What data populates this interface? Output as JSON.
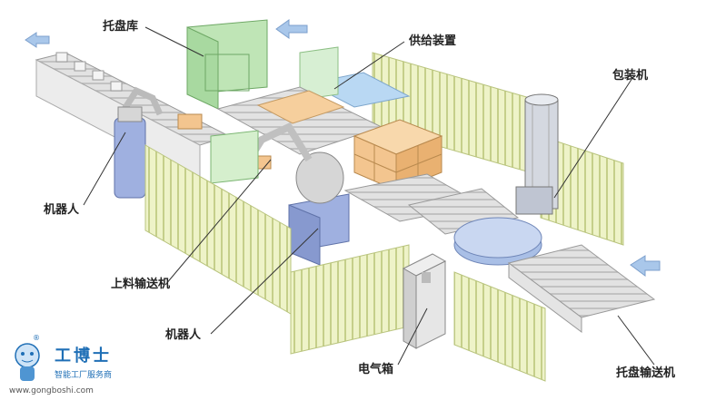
{
  "labels": {
    "pallet_storage": "托盘库",
    "supply_device": "供给装置",
    "packing_machine": "包装机",
    "robot_left": "机器人",
    "feed_conveyor": "上料输送机",
    "robot_center": "机器人",
    "electric_cabinet": "电气箱",
    "pallet_conveyor": "托盘输送机"
  },
  "logo": {
    "registered": "®",
    "name": "工博士",
    "slogan": "智能工厂服务商",
    "url": "www.gongboshi.com"
  },
  "colors": {
    "fence": "#e8efc0",
    "fence_stroke": "#b9c47e",
    "green_frame": "#a8d9a0",
    "conveyor": "#dcdcdc",
    "robot_blue": "#9fb0e0",
    "robot_gray": "#d6d6d6",
    "cargo": "#f3c58f",
    "arrow": "#a9c7ea",
    "supply_tray": "#b9d8f3",
    "pallet_top": "#f6cf9d"
  }
}
